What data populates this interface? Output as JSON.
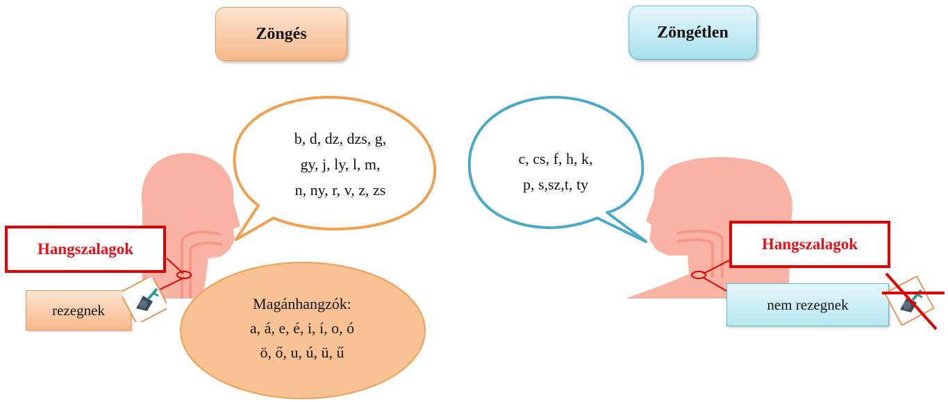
{
  "titles": {
    "voiced": "Zöngés",
    "voiceless": "Zöngétlen"
  },
  "voiced_consonants": {
    "lines": [
      "b, d, dz, dzs, g,",
      "gy, j, ly, l, m,",
      "n, ny, r, v, z, zs"
    ]
  },
  "voiceless_consonants": {
    "lines": [
      "c, cs, f, h, k,",
      "p, s,sz,t, ty"
    ]
  },
  "vowels": {
    "heading": "Magánhangzók:",
    "lines": [
      "a, á, e, é, i, í, o, ó",
      "ö, ő, u, ú, ü, ű"
    ]
  },
  "vocal_cords_label": "Hangszalagok",
  "states": {
    "vibrate": "rezegnek",
    "no_vibrate": "nem rezegnek"
  },
  "colors": {
    "voiced_accent": "#f0a050",
    "voiceless_accent": "#4aa8c8",
    "label_red": "#e00000",
    "head_silhouette": "#f9b3a4"
  },
  "icons": {
    "vibration": "tuning-fork-icon",
    "no_vibration": "crossed-tuning-fork-icon"
  }
}
